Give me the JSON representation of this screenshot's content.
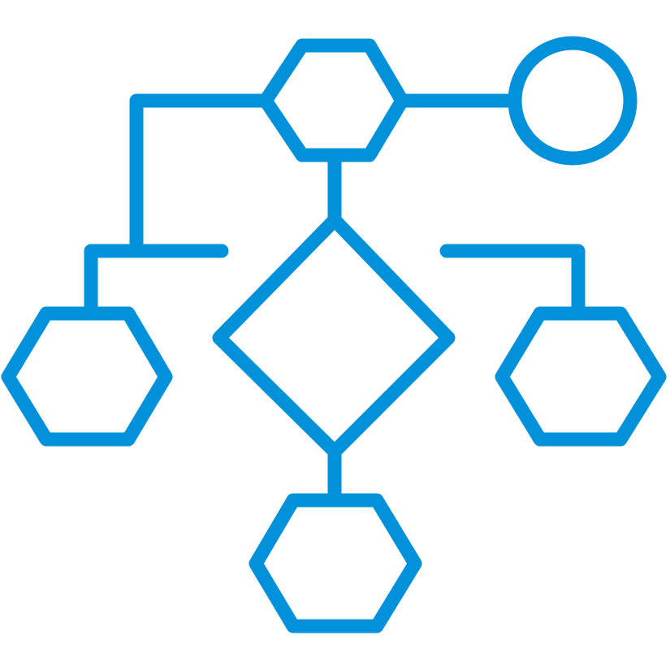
{
  "diagram": {
    "icon": "flowchart-icon",
    "colors": {
      "stroke": "#0091DA",
      "background": "#FFFFFF"
    },
    "nodes": [
      {
        "id": "top-hexagon",
        "shape": "hexagon"
      },
      {
        "id": "top-right-circle",
        "shape": "circle"
      },
      {
        "id": "center-diamond",
        "shape": "diamond"
      },
      {
        "id": "left-hexagon",
        "shape": "hexagon"
      },
      {
        "id": "right-hexagon",
        "shape": "hexagon"
      },
      {
        "id": "bottom-hexagon",
        "shape": "hexagon"
      }
    ],
    "edges": [
      {
        "from": "top-hexagon",
        "to": "top-right-circle"
      },
      {
        "from": "top-hexagon",
        "to": "center-diamond"
      },
      {
        "from": "top-hexagon",
        "to": "left-hexagon"
      },
      {
        "from": "center-diamond",
        "to": "bottom-hexagon"
      },
      {
        "from": "right-branch",
        "to": "right-hexagon"
      }
    ]
  }
}
